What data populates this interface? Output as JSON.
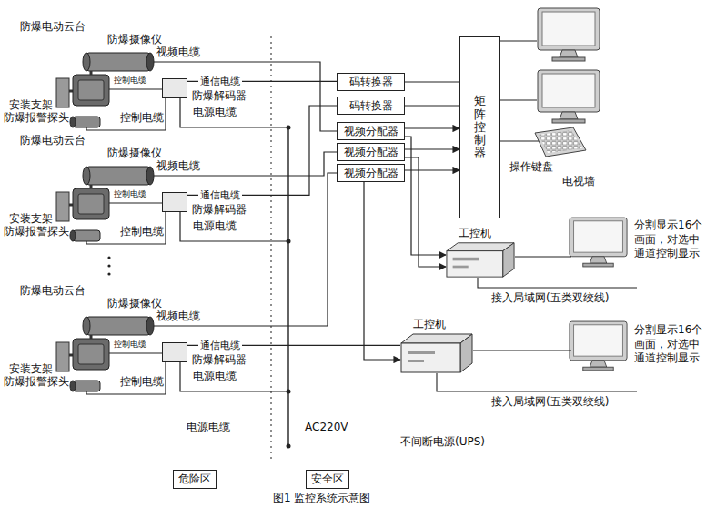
{
  "diagram": {
    "caption": "图1 监控系统示意图",
    "nodes": [
      {
        "text": [
          "防爆解码器"
        ]
      },
      {
        "text": [
          "防爆解码器"
        ]
      },
      {
        "text": [
          "防爆解码器"
        ]
      },
      {
        "text": [
          "码转换器"
        ]
      },
      {
        "text": [
          "码转换器"
        ]
      },
      {
        "text": [
          "视频分配器"
        ]
      },
      {
        "text": [
          "视频分配器"
        ]
      },
      {
        "text": [
          "视频分配器"
        ]
      },
      {
        "text": [
          "矩阵控制器"
        ]
      },
      {
        "text": [
          "工控机"
        ]
      },
      {
        "text": [
          "工控机"
        ]
      },
      {
        "text": [
          "危险区"
        ]
      },
      {
        "text": [
          "安全区"
        ]
      }
    ],
    "edges": [
      {
        "from": 0,
        "to": 3,
        "arrow": "none",
        "label": "通信电缆"
      },
      {
        "from": 1,
        "to": 4,
        "arrow": "none",
        "label": "通信电缆"
      },
      {
        "from": 2,
        "to": 10,
        "arrow": "none",
        "label": "通信电缆"
      },
      {
        "from": 3,
        "to": 8,
        "arrow": "none"
      },
      {
        "from": 4,
        "to": 8,
        "arrow": "none"
      },
      {
        "from": 5,
        "to": 8,
        "arrow": "to"
      },
      {
        "from": 6,
        "to": 8,
        "arrow": "to"
      },
      {
        "from": 7,
        "to": 8,
        "arrow": "to"
      },
      {
        "from": 5,
        "to": 9,
        "arrow": "to"
      },
      {
        "from": 6,
        "to": 9,
        "arrow": "to"
      },
      {
        "from": 7,
        "to": 10,
        "arrow": "to"
      }
    ],
    "labels": [
      "防爆电动云台",
      "防爆摄像仪",
      "视频电缆",
      "控制电缆",
      "安装支架",
      "防爆报警探头",
      "控制电缆",
      "电源电缆",
      "防爆电动云台",
      "防爆摄像仪",
      "视频电缆",
      "控制电缆",
      "安装支架",
      "防爆报警探头",
      "控制电缆",
      "电源电缆",
      "防爆电动云台",
      "防爆摄像仪",
      "视频电缆",
      "控制电缆",
      "安装支架",
      "防爆报警探头",
      "控制电缆",
      "电源电缆",
      "操作键盘",
      "电视墙",
      "分割显示16个画面，对选中通道控制显示",
      "接入局域网(五类双绞线)",
      "分割显示16个画面，对选中通道控制显示",
      "接入局域网(五类双绞线)",
      "电源电缆",
      "AC220V",
      "不间断电源(UPS)"
    ]
  }
}
